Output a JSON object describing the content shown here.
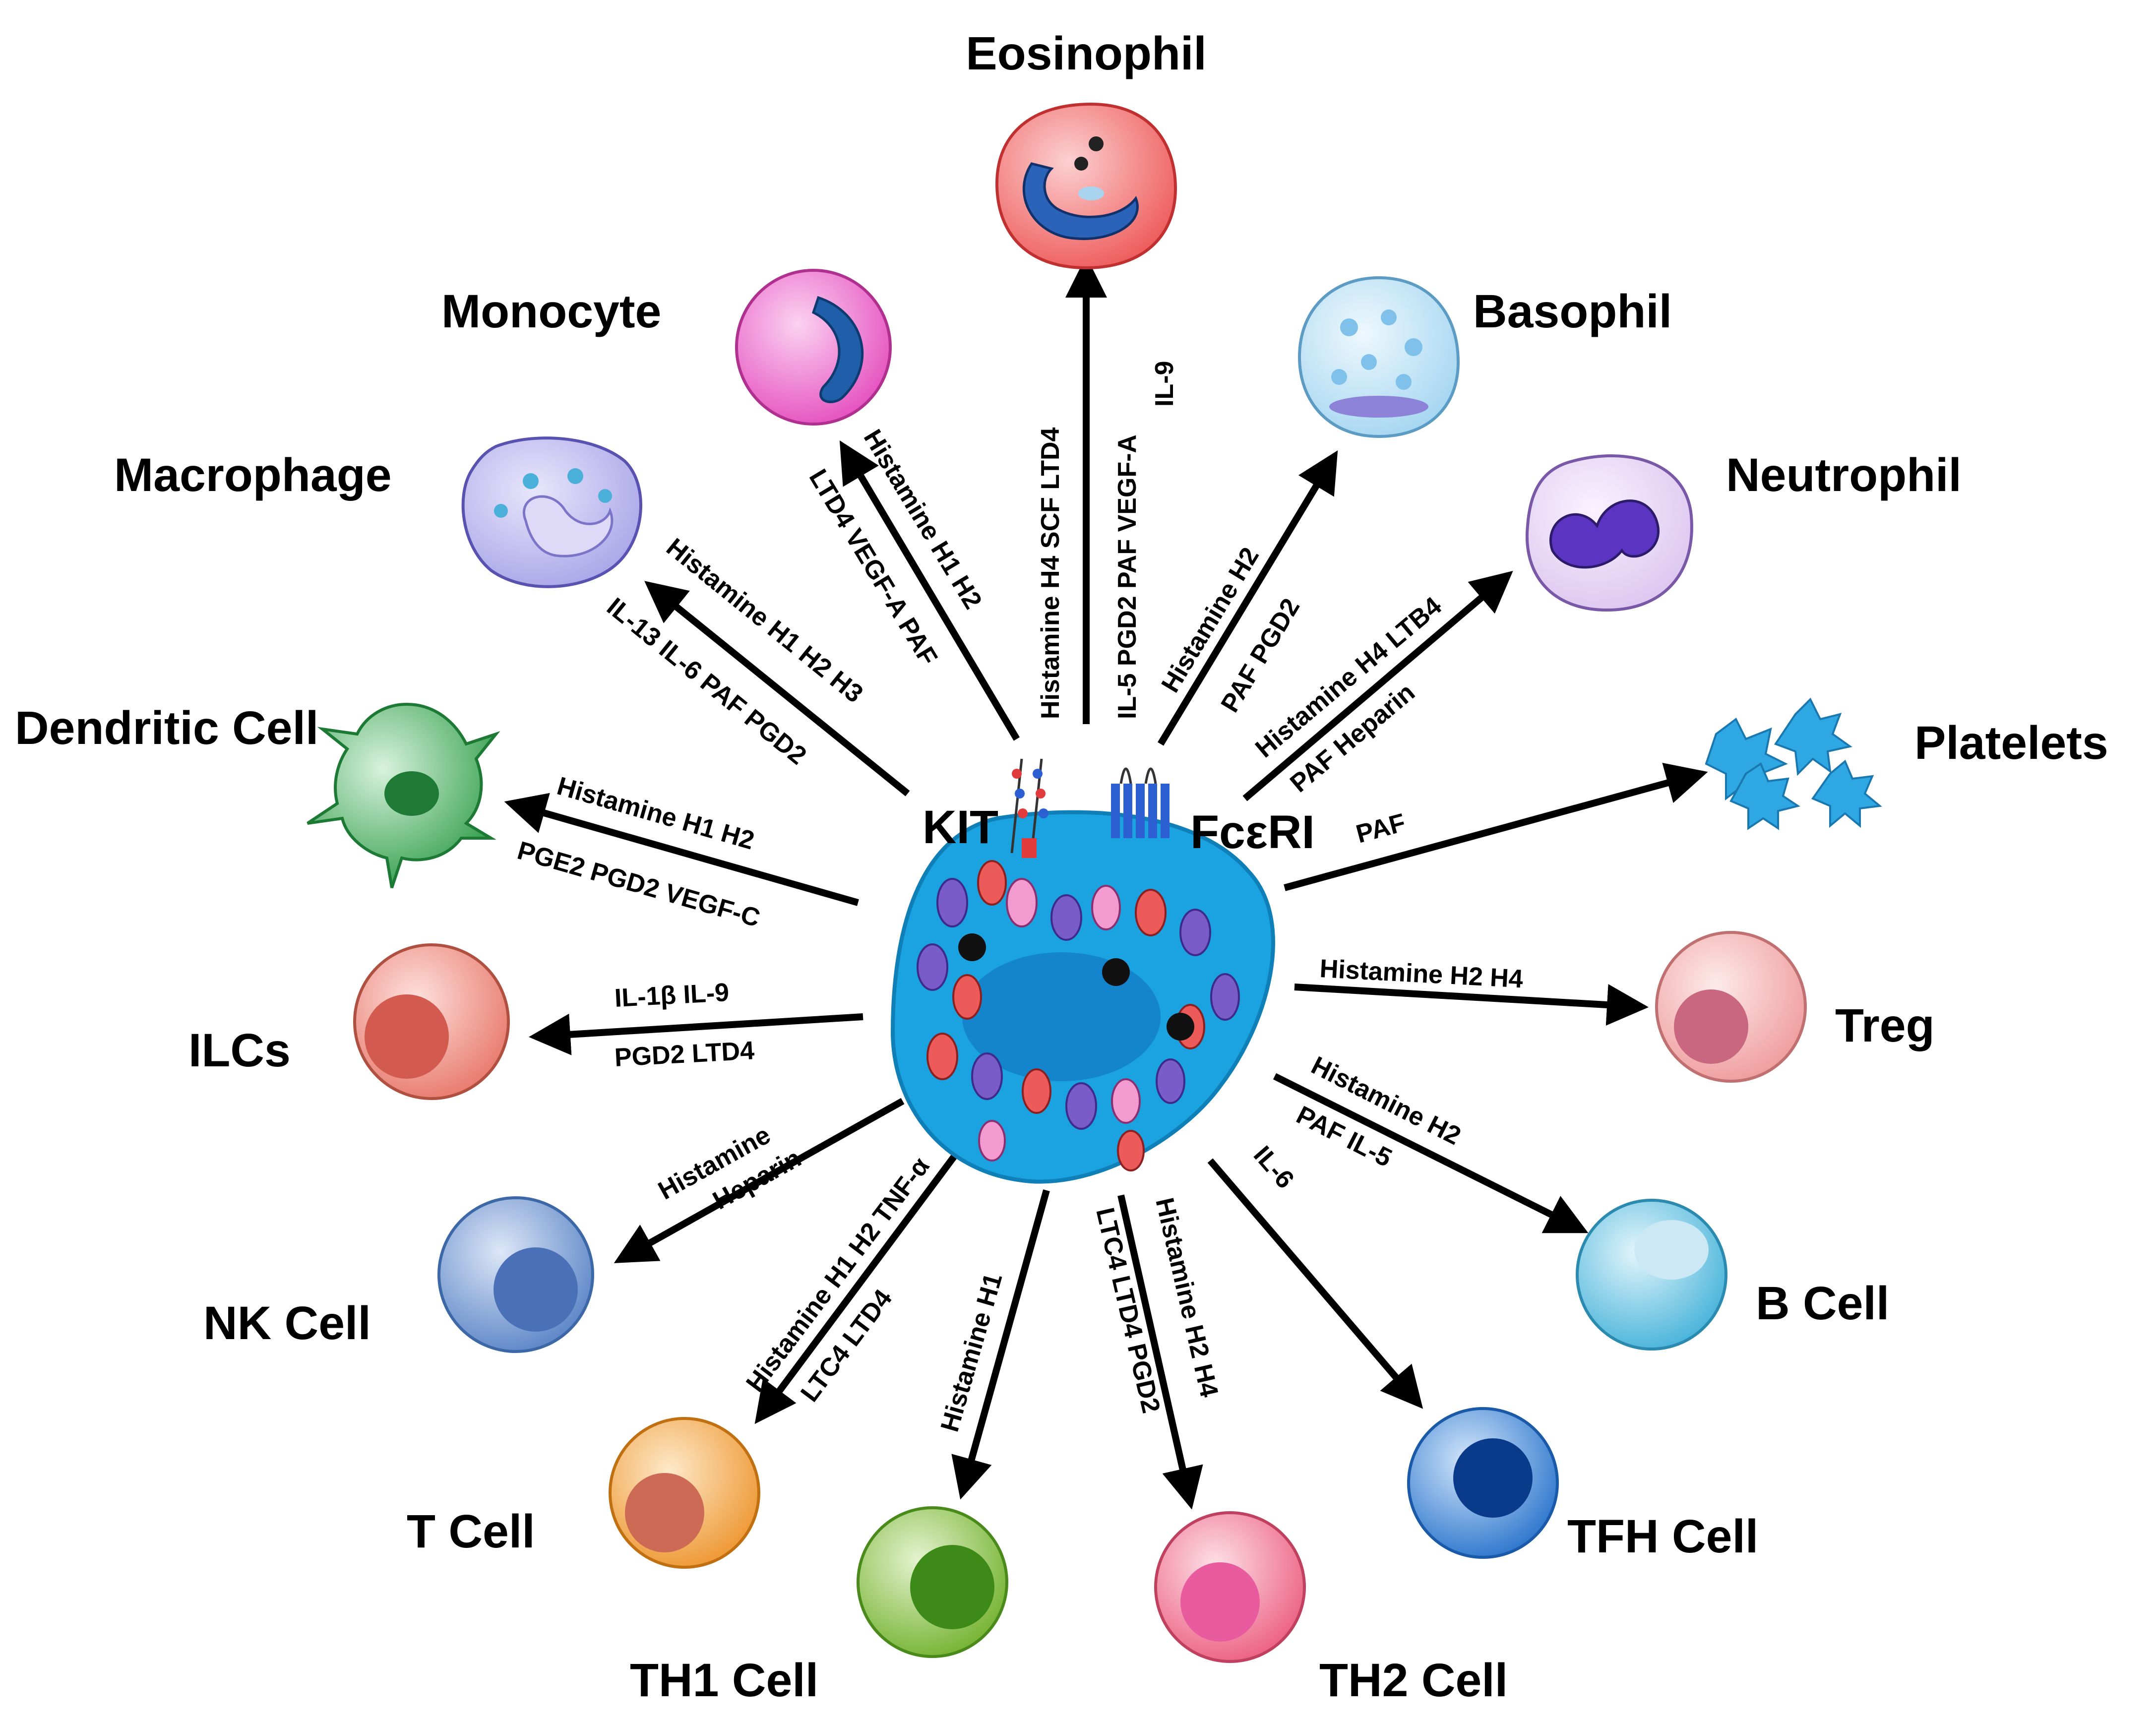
{
  "central_cell": {
    "receptors": {
      "kit": "KIT",
      "fceri": "FcεRI"
    }
  },
  "targets": [
    {
      "key": "eosinophil",
      "label": "Eosinophil",
      "mediators": [
        "Histamine H4 SCF LTD4",
        "IL-5 PGD2 PAF VEGF-A",
        "IL-9"
      ]
    },
    {
      "key": "basophil",
      "label": "Basophil",
      "mediators": [
        "Histamine H2",
        "PAF PGD2"
      ]
    },
    {
      "key": "neutrophil",
      "label": "Neutrophil",
      "mediators": [
        "Histamine H4 LTB4",
        "PAF Heparin"
      ]
    },
    {
      "key": "platelets",
      "label": "Platelets",
      "mediators": [
        "PAF"
      ]
    },
    {
      "key": "treg",
      "label": "Treg",
      "mediators": [
        "Histamine H2 H4"
      ]
    },
    {
      "key": "b-cell",
      "label": "B Cell",
      "mediators": [
        "Histamine H2",
        "PAF IL-5"
      ]
    },
    {
      "key": "tfh-cell",
      "label": "TFH Cell",
      "mediators": [
        "IL-6"
      ]
    },
    {
      "key": "th2-cell",
      "label": "TH2 Cell",
      "mediators": [
        "Histamine H2 H4",
        "LTC4 LTD4 PGD2"
      ]
    },
    {
      "key": "th1-cell",
      "label": "TH1 Cell",
      "mediators": [
        "Histamine H1"
      ]
    },
    {
      "key": "t-cell",
      "label": "T Cell",
      "mediators": [
        "Histamine H1 H2 TNF-α",
        "LTC4 LTD4"
      ]
    },
    {
      "key": "nk-cell",
      "label": "NK Cell",
      "mediators": [
        "Histamine",
        "Heparin"
      ]
    },
    {
      "key": "ilcs",
      "label": "ILCs",
      "mediators": [
        "IL-1β IL-9",
        "PGD2 LTD4"
      ]
    },
    {
      "key": "dendritic-cell",
      "label": "Dendritic Cell",
      "mediators": [
        "Histamine H1 H2",
        "PGE2 PGD2 VEGF-C"
      ]
    },
    {
      "key": "macrophage",
      "label": "Macrophage",
      "mediators": [
        "Histamine H1 H2 H3",
        "IL-13 IL-6 PAF PGD2"
      ]
    },
    {
      "key": "monocyte",
      "label": "Monocyte",
      "mediators": [
        "Histamine H1 H2",
        "LTD4 VEGF-A PAF"
      ]
    }
  ],
  "colors": {
    "mast_cell": "#1aa3e0",
    "mast_nucleus": "#1480c8",
    "eosinophil": "#f26f6f",
    "basophil": "#bfe4f7",
    "neutrophil": "#e9d8f5",
    "monocyte": "#f07ad3",
    "macrophage": "#c6c3f0",
    "dendritic": "#3fb058",
    "ilcs": "#ea7b6f",
    "nk": "#6f93cf",
    "tcell": "#f1a23f",
    "th1": "#87c03f",
    "th2": "#f06f8f",
    "tfh": "#2d7bd2",
    "bcell": "#5bbfe0",
    "treg": "#f2a3a3",
    "platelets": "#2fa7e3"
  }
}
